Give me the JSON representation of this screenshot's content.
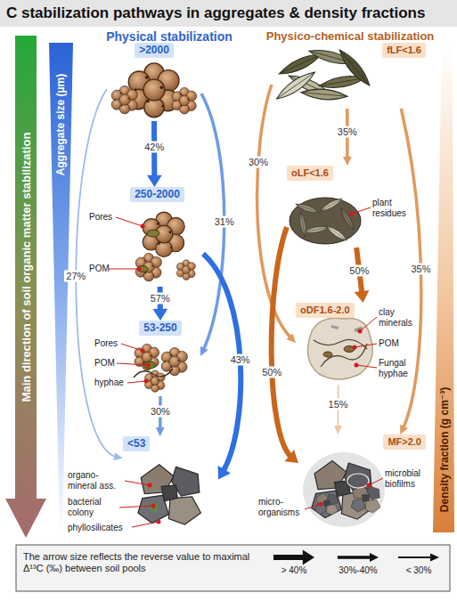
{
  "diagram": {
    "title": "C stabilization pathways in aggregates & density fractions",
    "nodes": [
      {
        "text": [
          ">2000"
        ]
      },
      {
        "text": [
          "250-2000"
        ]
      },
      {
        "text": [
          "53-250"
        ]
      },
      {
        "text": [
          "<53"
        ]
      },
      {
        "text": [
          "fLF<1.6"
        ]
      },
      {
        "text": [
          "oLF<1.6"
        ]
      },
      {
        "text": [
          "oDF1.6-2.0"
        ]
      },
      {
        "text": [
          "MF>2.0"
        ]
      }
    ],
    "edges": [
      {
        "from": 0,
        "to": 1,
        "label": "42%",
        "arrow": "to"
      },
      {
        "from": 0,
        "to": 2,
        "label": "31%",
        "arrow": "to"
      },
      {
        "from": 0,
        "to": 3,
        "label": "27%",
        "arrow": "to"
      },
      {
        "from": 1,
        "to": 2,
        "label": "57%",
        "arrow": "to"
      },
      {
        "from": 1,
        "to": 3,
        "label": "43%",
        "arrow": "to"
      },
      {
        "from": 2,
        "to": 3,
        "label": "30%",
        "arrow": "to"
      },
      {
        "from": 4,
        "to": 5,
        "label": "35%",
        "arrow": "to"
      },
      {
        "from": 4,
        "to": 6,
        "label": "30%",
        "arrow": "to"
      },
      {
        "from": 4,
        "to": 7,
        "label": "35%",
        "arrow": "to"
      },
      {
        "from": 5,
        "to": 6,
        "label": "50%",
        "arrow": "to"
      },
      {
        "from": 5,
        "to": 7,
        "label": "50%",
        "arrow": "to"
      },
      {
        "from": 6,
        "to": 7,
        "label": "15%",
        "arrow": "to"
      }
    ],
    "labels": [
      "Main direction of soil organic matter stabilization",
      "Physical stabilization",
      "Physico-chemical stabilization",
      "Aggregate size (µm)",
      "Pores",
      "POM",
      "Pores",
      "POM",
      "hyphae",
      "organo-mineral ass.",
      "bacterial colony",
      "phyllosilicates",
      "plant residues",
      "clay minerals",
      "POM",
      "Fungal hyphae",
      "micro-organisms",
      "microbial biofilms",
      "Density fraction (g cm⁻³)",
      "The arrow size reflects the reverse value to maximal Δ¹³C (‰) between soil pools"
    ],
    "legend": [
      {
        "text": "> 40%"
      },
      {
        "text": "30%-40%"
      },
      {
        "text": "< 30%"
      }
    ]
  }
}
